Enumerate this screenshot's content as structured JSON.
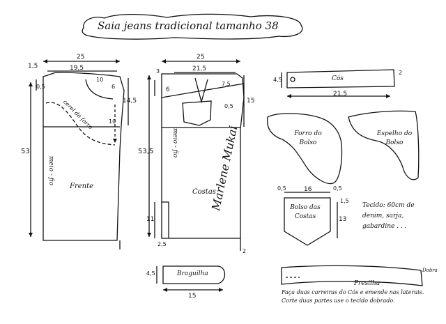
{
  "title": "Saia jeans tradicional tamanho 38",
  "front": {
    "width_top": "25",
    "width_waist": "19,5",
    "side_top": "1,5",
    "waist_drop": "0,5",
    "pocket_w": "10",
    "pocket_h": "6",
    "curve_depth": "10",
    "hip_h": "14,5",
    "height": "53",
    "center": "meio - fio",
    "facing": "cerel do forro",
    "name": "Frente"
  },
  "back": {
    "width_top": "25",
    "width_waist": "21,5",
    "side_top": "3",
    "yoke_h": "6",
    "yoke_w": "7,5",
    "yoke_side": "0,5",
    "hip_h": "15",
    "height": "53,5",
    "center": "meio - fio",
    "slit_h": "11",
    "slit_w": "2,5",
    "hem": "2",
    "name": "Costas"
  },
  "waistband": {
    "name": "Cós",
    "width": "4,5",
    "length": "21,5",
    "end": "2"
  },
  "lining": {
    "name": "Forro do Bolso"
  },
  "facing": {
    "name": "Espelho do Bolso"
  },
  "back_pocket": {
    "name": "Bolso das Costas",
    "width": "16",
    "height": "13",
    "corner": "0,5",
    "corner2": "0,5",
    "side": "1,5"
  },
  "fly": {
    "name": "Braguilha",
    "height": "4,5",
    "width": "15"
  },
  "fabric_note": "Tecido: 60cm de denim, sarja, gabardine . . .",
  "belt_loop": {
    "name": "Presilha",
    "side": "Dobra"
  },
  "footer_note": "Faça duas carreiras do Cós e emende nas laterais. Corte duas partes use o tecido dobrado.",
  "signature": "Marlene Mukai"
}
